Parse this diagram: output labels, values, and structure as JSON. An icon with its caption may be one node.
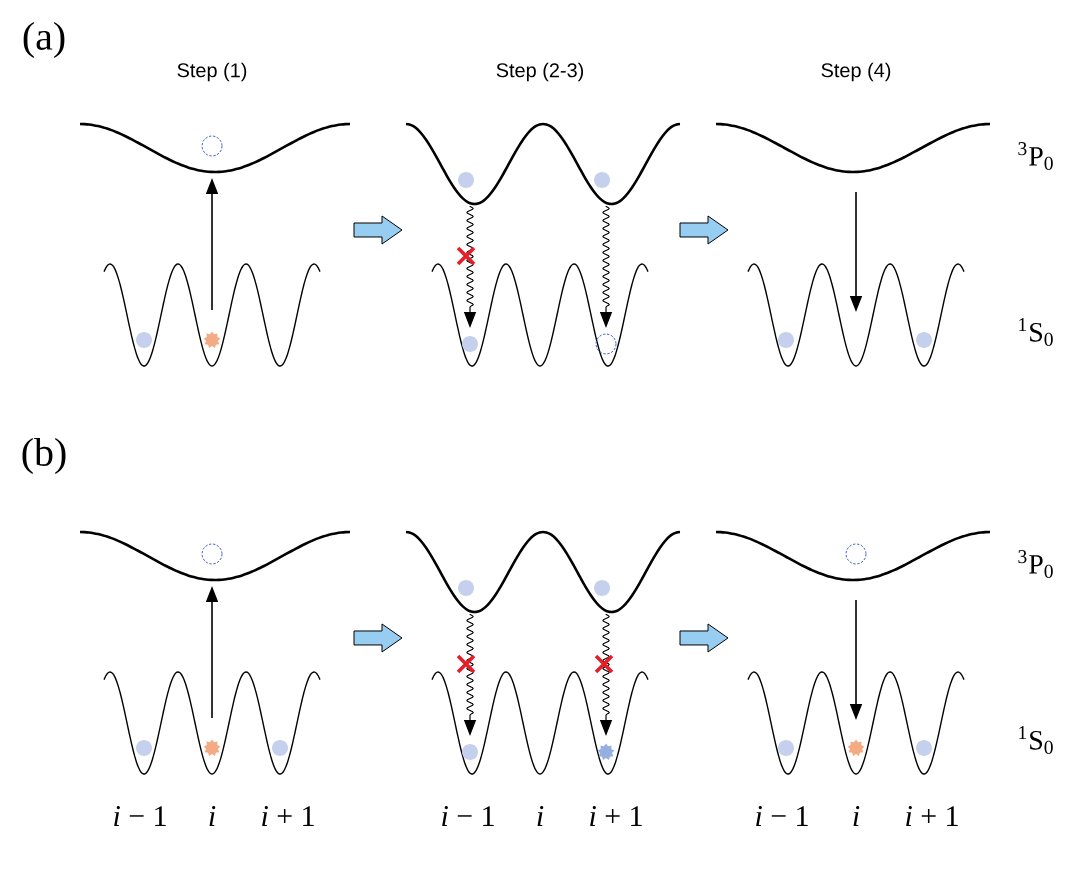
{
  "diagram": {
    "labels": [
      "(a)",
      "Step (1)",
      "Step (2-3)",
      "Step (4)",
      "$^{3}$P$_{0}$",
      "$^{1}$S$_{0}$",
      "(b)",
      "$^{3}$P$_{0}$",
      "$^{1}$S$_{0}$",
      "*i* − 1",
      "i",
      "*i* + 1",
      "*i* − 1",
      "i",
      "*i* + 1",
      "*i* − 1",
      "i",
      "*i* + 1"
    ]
  }
}
